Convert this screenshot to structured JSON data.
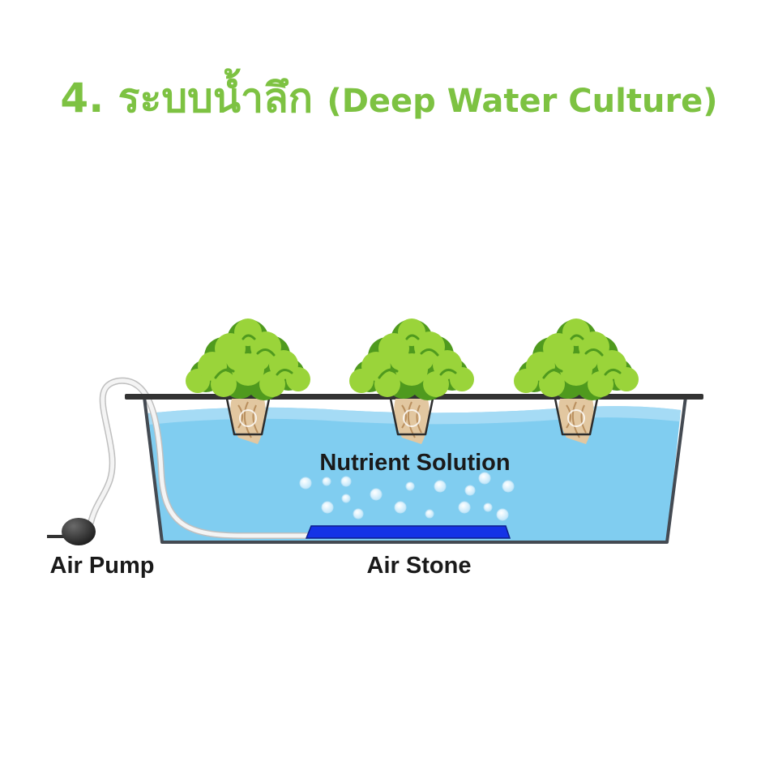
{
  "title": {
    "number": "4.",
    "thai": "ระบบน้ำลึก",
    "english": "(Deep Water Culture)",
    "color": "#7dc242"
  },
  "diagram": {
    "labels": {
      "solution": "Nutrient Solution",
      "pump": "Air Pump",
      "stone": "Air Stone"
    },
    "plant_count": 3,
    "colors": {
      "water": "#80cdf0",
      "water_surface": "#aedff6",
      "tank_outline": "#444a52",
      "leaf_light": "#9ad43a",
      "leaf_dark": "#4f9a1e",
      "roots": "#e2c7a0",
      "air_stone": "#1433e6",
      "pump": "#3a3a3a",
      "tubing": "#eeeeee"
    }
  }
}
